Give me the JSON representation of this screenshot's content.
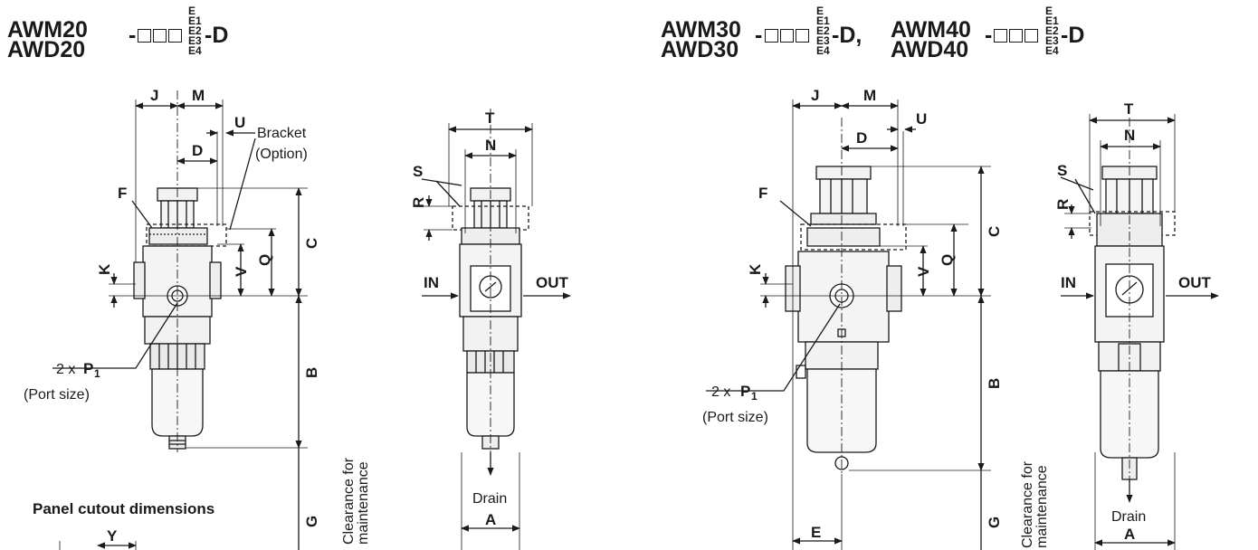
{
  "left_heading": {
    "model_a": "AWM20",
    "model_b": "AWD20",
    "dash": "-",
    "suffix": "-D",
    "options": [
      "E",
      "E1",
      "E2",
      "E3",
      "E4"
    ]
  },
  "right_heading": {
    "model_a": "AWM30",
    "model_b": "AWD30",
    "dash": "-",
    "suffix_mid": "-D,",
    "model_c": "AWM40",
    "model_d": "AWD40",
    "suffix": "-D",
    "options": [
      "E",
      "E1",
      "E2",
      "E3",
      "E4"
    ]
  },
  "labels": {
    "J": "J",
    "M": "M",
    "U": "U",
    "D": "D",
    "F": "F",
    "K": "K",
    "V": "V",
    "Q": "Q",
    "C": "C",
    "B": "B",
    "G": "G",
    "T": "T",
    "N": "N",
    "S": "S",
    "R": "R",
    "A": "A",
    "E": "E",
    "Y": "Y"
  },
  "bracket_label": "Bracket",
  "bracket_option": "(Option)",
  "port_count": "2 x",
  "port_symbol": "P",
  "port_sub": "1",
  "port_size": "(Port size)",
  "in_label": "IN",
  "out_label": "OUT",
  "drain_label": "Drain",
  "clearance_line1": "Clearance for",
  "clearance_line2": "maintenance",
  "panel_title": "Panel cutout dimensions"
}
